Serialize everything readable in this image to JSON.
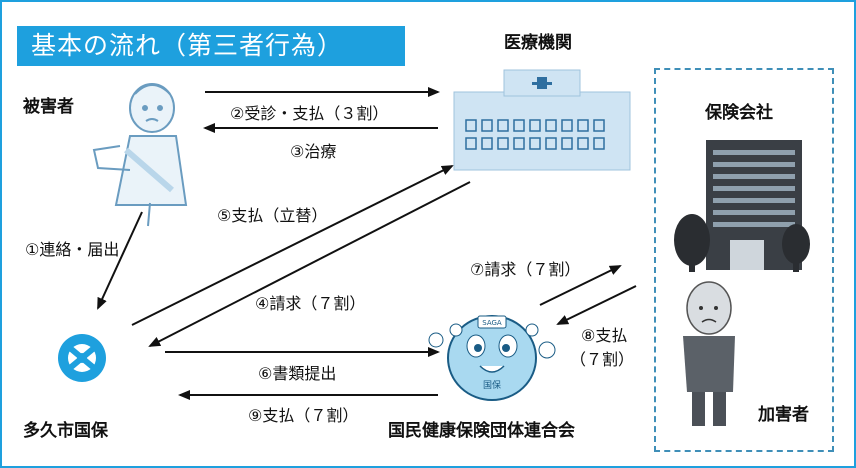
{
  "title": "基本の流れ（第三者行為）",
  "parties": {
    "victim": "被害者",
    "hospital": "医療機関",
    "insurer": "保険会社",
    "city": "多久市国保",
    "federation": "国民健康保険団体連合会",
    "perpetrator": "加害者"
  },
  "steps": {
    "s1": "①連絡・届出",
    "s2": "②受診・支払（３割）",
    "s3": "③治療",
    "s4": "④請求（７割）",
    "s5": "⑤支払（立替）",
    "s6": "⑥書類提出",
    "s7": "⑦請求（７割）",
    "s8_line1": "⑧支払",
    "s8_line2": "（７割）",
    "s9": "⑨支払（７割）"
  },
  "mascot": {
    "badge": "SAGA",
    "belly": "国保"
  },
  "colors": {
    "accent": "#1ea0de",
    "arrow": "#111111",
    "building": "#3a3f45"
  }
}
